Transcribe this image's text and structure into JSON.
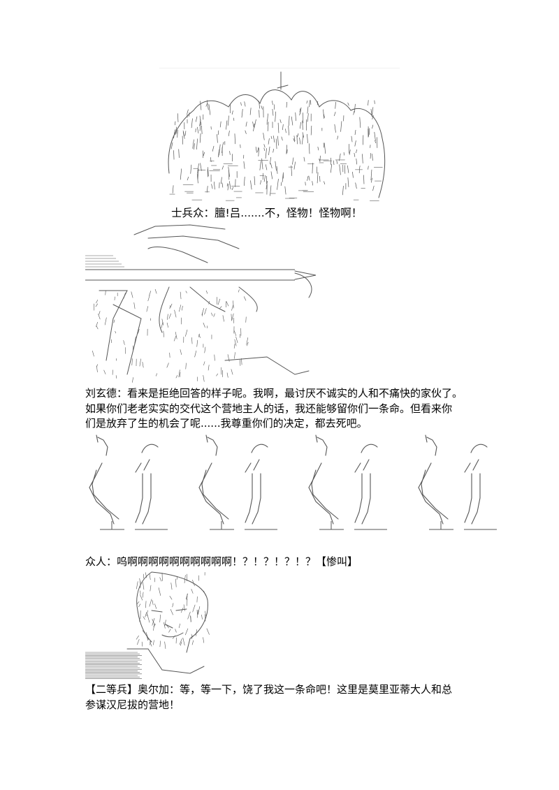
{
  "dialogue": {
    "line1": "士兵众：膻!吕.......不，怪物！怪物啊！",
    "line2": "刘玄德：看来是拒绝回答的样子呢。我啊，最讨厌不诚实的人和不痛快的家伙了。",
    "line3": "如果你们老老实实的交代这个营地主人的话，我还能够留你们一条命。但看来你",
    "line4": "们是放弃了生的机会了呢......我尊重你们的决定，都去死吧。",
    "line5": "众人：呜啊啊啊啊啊啊啊啊啊啊！？！？！？！？【惨叫】",
    "line6": "【二等兵】奥尔加：等，等一下，饶了我这一条命吧！这里是莫里亚蒂大人和总",
    "line7": "参谋汉尼拔的营地！"
  },
  "art": {
    "ink_color": "#555555",
    "panel1": "crowd-of-soldiers-ascii-art",
    "panel2": "liu-xuande-with-spear-ascii-art",
    "panel3": "four-fallen-legs-ascii-art",
    "panel4": "second-class-private-olga-ascii-art"
  }
}
